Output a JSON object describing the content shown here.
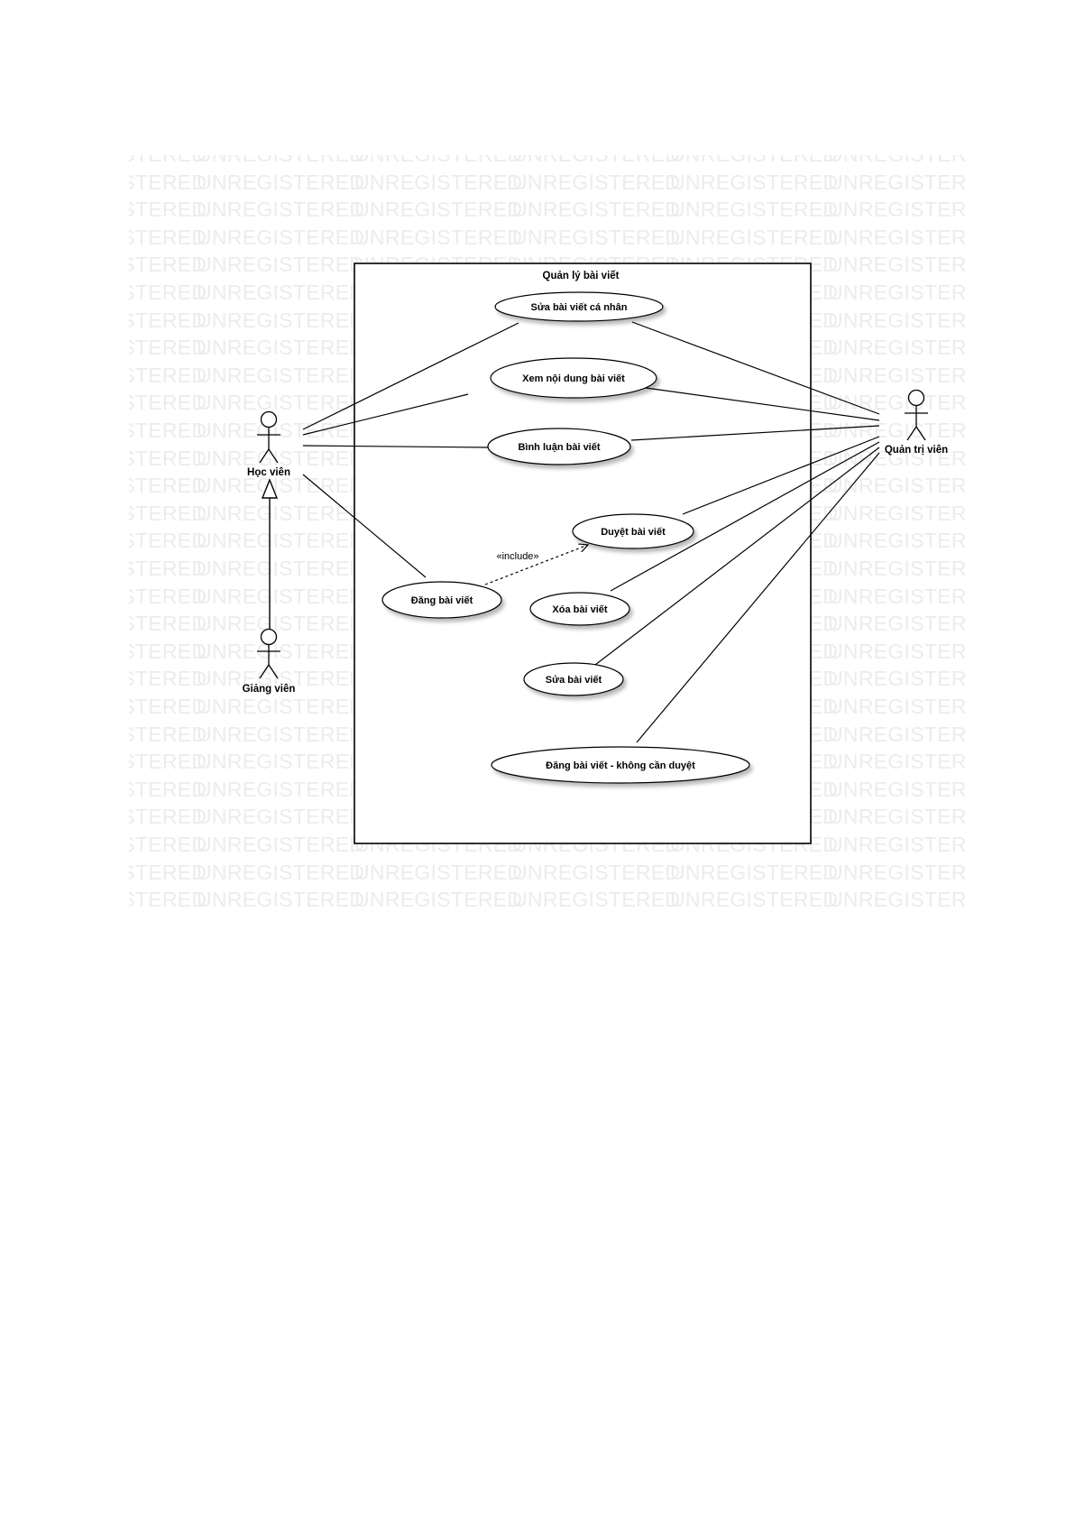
{
  "watermark": {
    "text": "UNREGISTERED"
  },
  "system": {
    "title": "Quản lý bài viết"
  },
  "actors": {
    "hoc_vien": "Học viên",
    "giang_vien": "Giảng viên",
    "quan_tri_vien": "Quản trị viên"
  },
  "use_cases": {
    "sua_ca_nhan": "Sửa bài viết cá nhân",
    "xem_noi_dung": "Xem nội dung bài viết",
    "binh_luan": "Bình luận bài viết",
    "duyet": "Duyệt bài viết",
    "dang": "Đăng bài viết",
    "xoa": "Xóa bài viết",
    "sua": "Sửa bài viết",
    "dang_khong_duyet": "Đăng bài viết - không cần duyệt"
  },
  "relations": {
    "include_label": "«include»"
  }
}
